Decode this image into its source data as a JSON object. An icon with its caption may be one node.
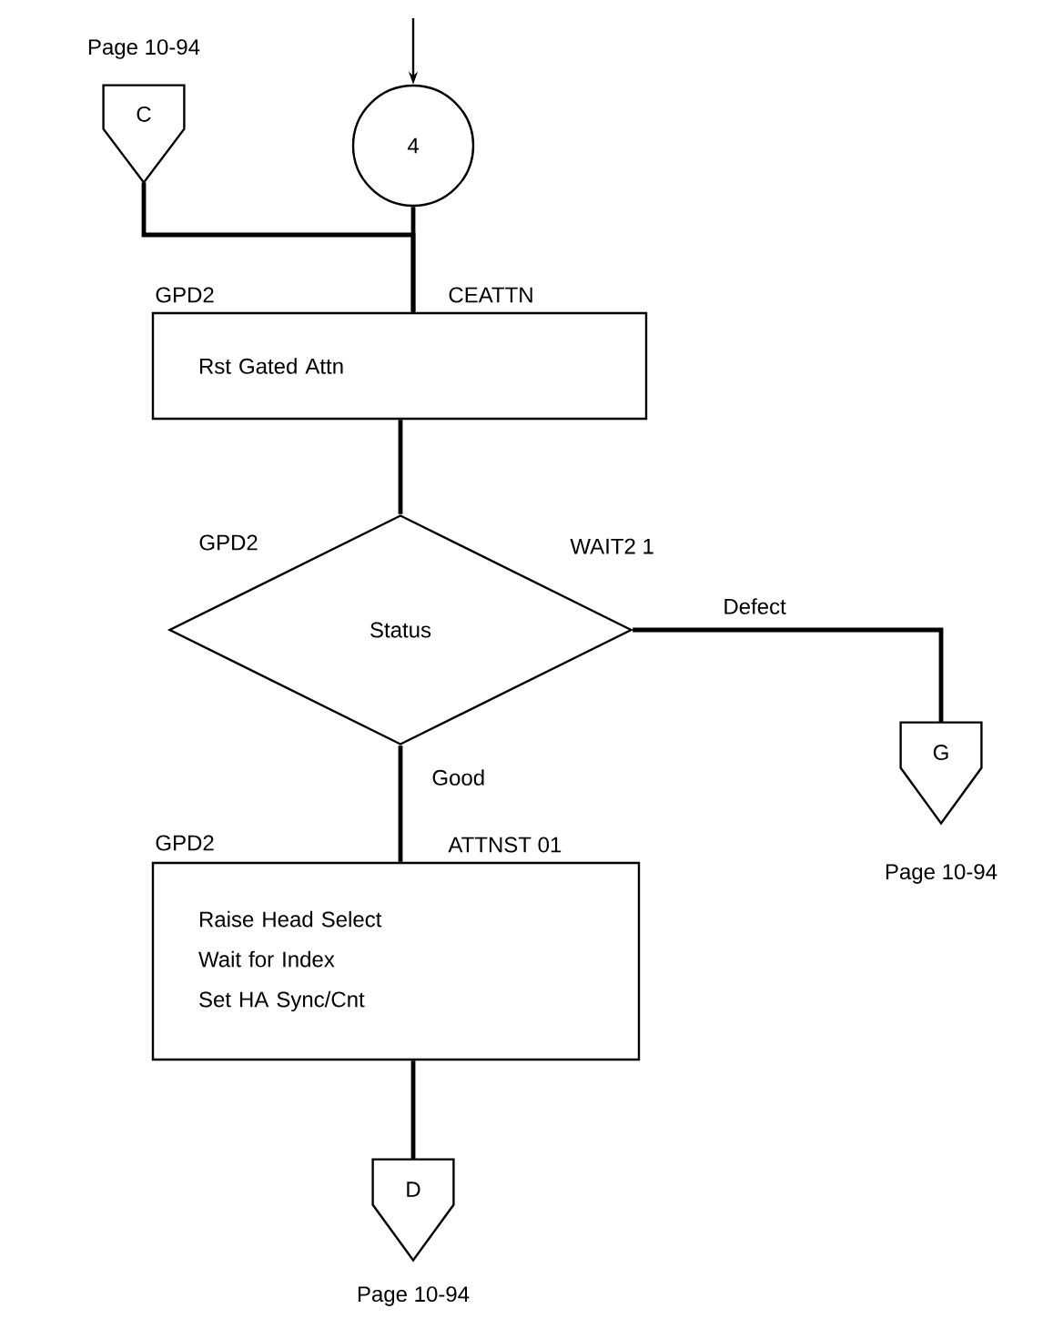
{
  "diagram": {
    "nodes": [
      {
        "text": [
          "C"
        ],
        "beside": [
          "Page 10-94"
        ]
      },
      {
        "text": [
          "4"
        ]
      },
      {
        "text": [
          "Rst Gated Attn"
        ],
        "beside": [
          "GPD2",
          "CEATTN"
        ]
      },
      {
        "text": [
          "Status"
        ],
        "beside": [
          "GPD2",
          "WAIT2 1"
        ]
      },
      {
        "text": [
          "G"
        ],
        "beside": [
          "Page 10-94"
        ]
      },
      {
        "text": [
          "Raise Head Select",
          "Wait for Index",
          "Set HA Sync/Cnt"
        ],
        "beside": [
          "GPD2",
          "ATTNST 01"
        ]
      },
      {
        "text": [
          "D"
        ],
        "beside": [
          "Page 10-94"
        ]
      }
    ],
    "edges": [
      {
        "from": null,
        "to": 1,
        "arrow": "to"
      },
      {
        "from": 0,
        "to": 2,
        "arrow": "none"
      },
      {
        "from": 1,
        "to": 2,
        "arrow": "none"
      },
      {
        "from": 2,
        "to": 3,
        "arrow": "none"
      },
      {
        "from": 3,
        "to": 4,
        "arrow": "none",
        "label": "Defect"
      },
      {
        "from": 3,
        "to": 5,
        "arrow": "none",
        "label": "Good"
      },
      {
        "from": 5,
        "to": 6,
        "arrow": "none"
      }
    ]
  }
}
